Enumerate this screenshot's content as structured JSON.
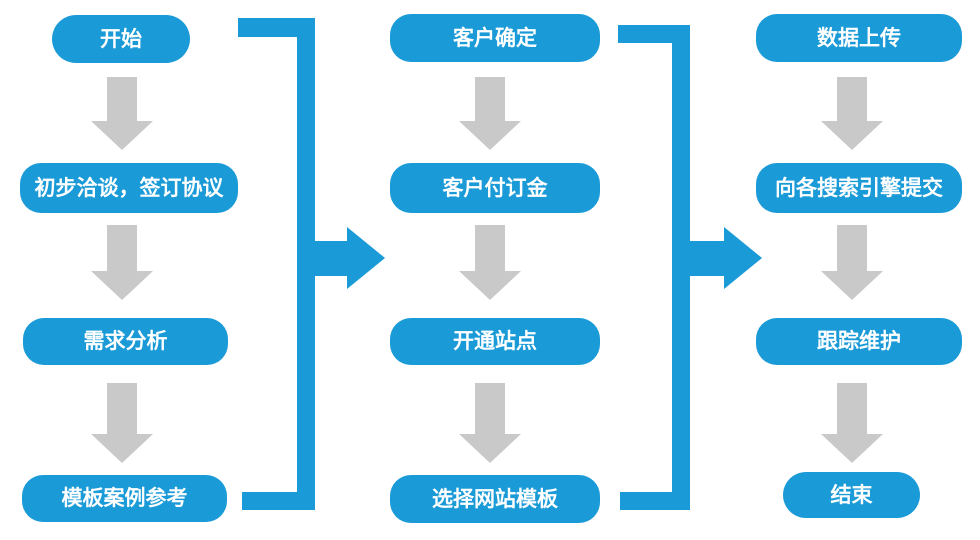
{
  "diagram": {
    "type": "flowchart",
    "background": "#FFFFFF",
    "colors": {
      "node_fill": "#1A9AD7",
      "node_text": "#FFFFFF",
      "down_arrow": "#C9C9C9",
      "connector": "#1A9AD7"
    },
    "columns": [
      {
        "name": "phase-1",
        "nodes": [
          {
            "label": "开始",
            "shape": "stadium"
          },
          {
            "label": "初步洽谈，签订协议",
            "shape": "rounded"
          },
          {
            "label": "需求分析",
            "shape": "rounded"
          },
          {
            "label": "模板案例参考",
            "shape": "rounded"
          }
        ]
      },
      {
        "name": "phase-2",
        "nodes": [
          {
            "label": "客户确定",
            "shape": "rounded"
          },
          {
            "label": "客户付订金",
            "shape": "rounded"
          },
          {
            "label": "开通站点",
            "shape": "rounded"
          },
          {
            "label": "选择网站模板",
            "shape": "rounded"
          }
        ]
      },
      {
        "name": "phase-3",
        "nodes": [
          {
            "label": "数据上传",
            "shape": "rounded"
          },
          {
            "label": "向各搜索引擎提交",
            "shape": "rounded"
          },
          {
            "label": "跟踪维护",
            "shape": "rounded"
          },
          {
            "label": "结束",
            "shape": "stadium"
          }
        ]
      }
    ],
    "connectors": [
      {
        "from_column": "phase-1",
        "to_column": "phase-2",
        "style": "bracket-right-arrow"
      },
      {
        "from_column": "phase-2",
        "to_column": "phase-3",
        "style": "bracket-right-arrow"
      }
    ],
    "flow_direction_within_column": "top-to-bottom"
  }
}
